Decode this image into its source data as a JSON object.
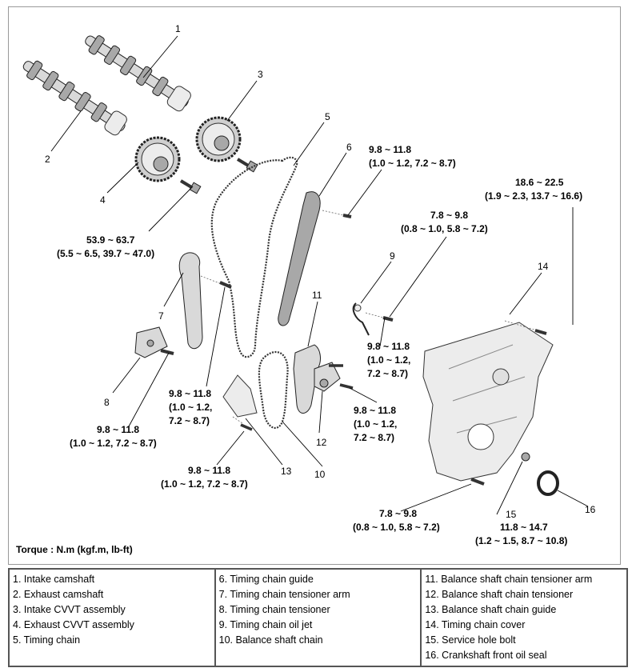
{
  "callouts": {
    "c1": "1",
    "c2": "2",
    "c3": "3",
    "c4": "4",
    "c5": "5",
    "c6": "6",
    "c7": "7",
    "c8": "8",
    "c9": "9",
    "c10": "10",
    "c11": "11",
    "c12": "12",
    "c13": "13",
    "c14": "14",
    "c15": "15",
    "c16": "16"
  },
  "torques": {
    "t_cvvt_a": "53.9 ~ 63.7",
    "t_cvvt_b": "(5.5 ~ 6.5, 39.7 ~ 47.0)",
    "t_guide_a": "9.8 ~ 11.8",
    "t_guide_b": "(1.0 ~ 1.2, 7.2 ~ 8.7)",
    "t_cover_a": "18.6 ~ 22.5",
    "t_cover_b": "(1.9 ~ 2.3, 13.7 ~ 16.6)",
    "t_jet_a": "7.8 ~ 9.8",
    "t_jet_b": "(0.8 ~ 1.0, 5.8 ~ 7.2)",
    "t_arm_a": "9.8 ~ 11.8",
    "t_arm_b": "(1.0 ~ 1.2,",
    "t_arm_c": "7.2 ~ 8.7)",
    "t_bal_a": "9.8 ~ 11.8",
    "t_bal_b": "(1.0 ~ 1.2,",
    "t_bal_c": "7.2 ~ 8.7)",
    "t_ten_a": "9.8 ~ 11.8",
    "t_ten_b": "(1.0 ~ 1.2,",
    "t_ten_c": "7.2 ~ 8.7)",
    "t_ctens_a": "9.8 ~ 11.8",
    "t_ctens_b": "(1.0 ~ 1.2, 7.2 ~ 8.7)",
    "t_bguide_a": "9.8 ~ 11.8",
    "t_bguide_b": "(1.0 ~ 1.2, 7.2 ~ 8.7)",
    "t_hole_a": "7.8 ~ 9.8",
    "t_hole_b": "(0.8 ~ 1.0, 5.8 ~ 7.2)",
    "t_seal_a": "11.8 ~ 14.7",
    "t_seal_b": "(1.2 ~ 1.5, 8.7 ~ 10.8)"
  },
  "torque_unit": "Torque : N.m (kgf.m, lb-ft)",
  "legend": {
    "col1": [
      "1. Intake camshaft",
      "2. Exhaust camshaft",
      "3. Intake CVVT assembly",
      "4. Exhaust CVVT assembly",
      "5. Timing chain"
    ],
    "col2": [
      "6. Timing chain guide",
      "7. Timing chain tensioner arm",
      "8. Timing chain tensioner",
      "9. Timing chain oil jet",
      "10. Balance shaft chain"
    ],
    "col3": [
      "11. Balance shaft chain tensioner arm",
      "12. Balance shaft chain tensioner",
      "13. Balance shaft chain guide",
      "14. Timing chain cover",
      "15. Service hole bolt",
      "16. Crankshaft front oil seal"
    ]
  }
}
